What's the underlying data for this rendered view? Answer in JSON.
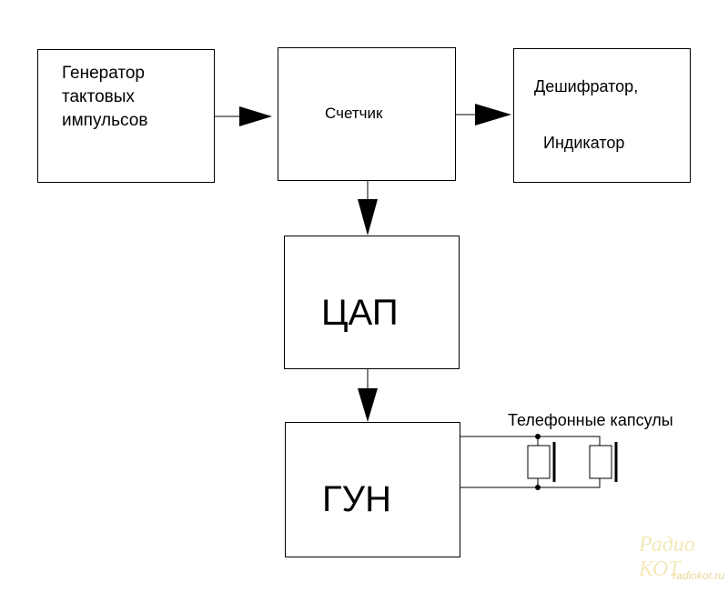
{
  "blocks": {
    "generator": {
      "line1": "Генератор",
      "line2": "тактовых",
      "line3": "импульсов"
    },
    "counter": "Счетчик",
    "decoder": {
      "line1": "Дешифратор,",
      "line2": "Индикатор"
    },
    "dac": "ЦАП",
    "vco": "ГУН"
  },
  "capsules_label": "Телефонные капсулы",
  "watermark": {
    "brand": "Радио КОТ",
    "url": "radiokot.ru"
  }
}
